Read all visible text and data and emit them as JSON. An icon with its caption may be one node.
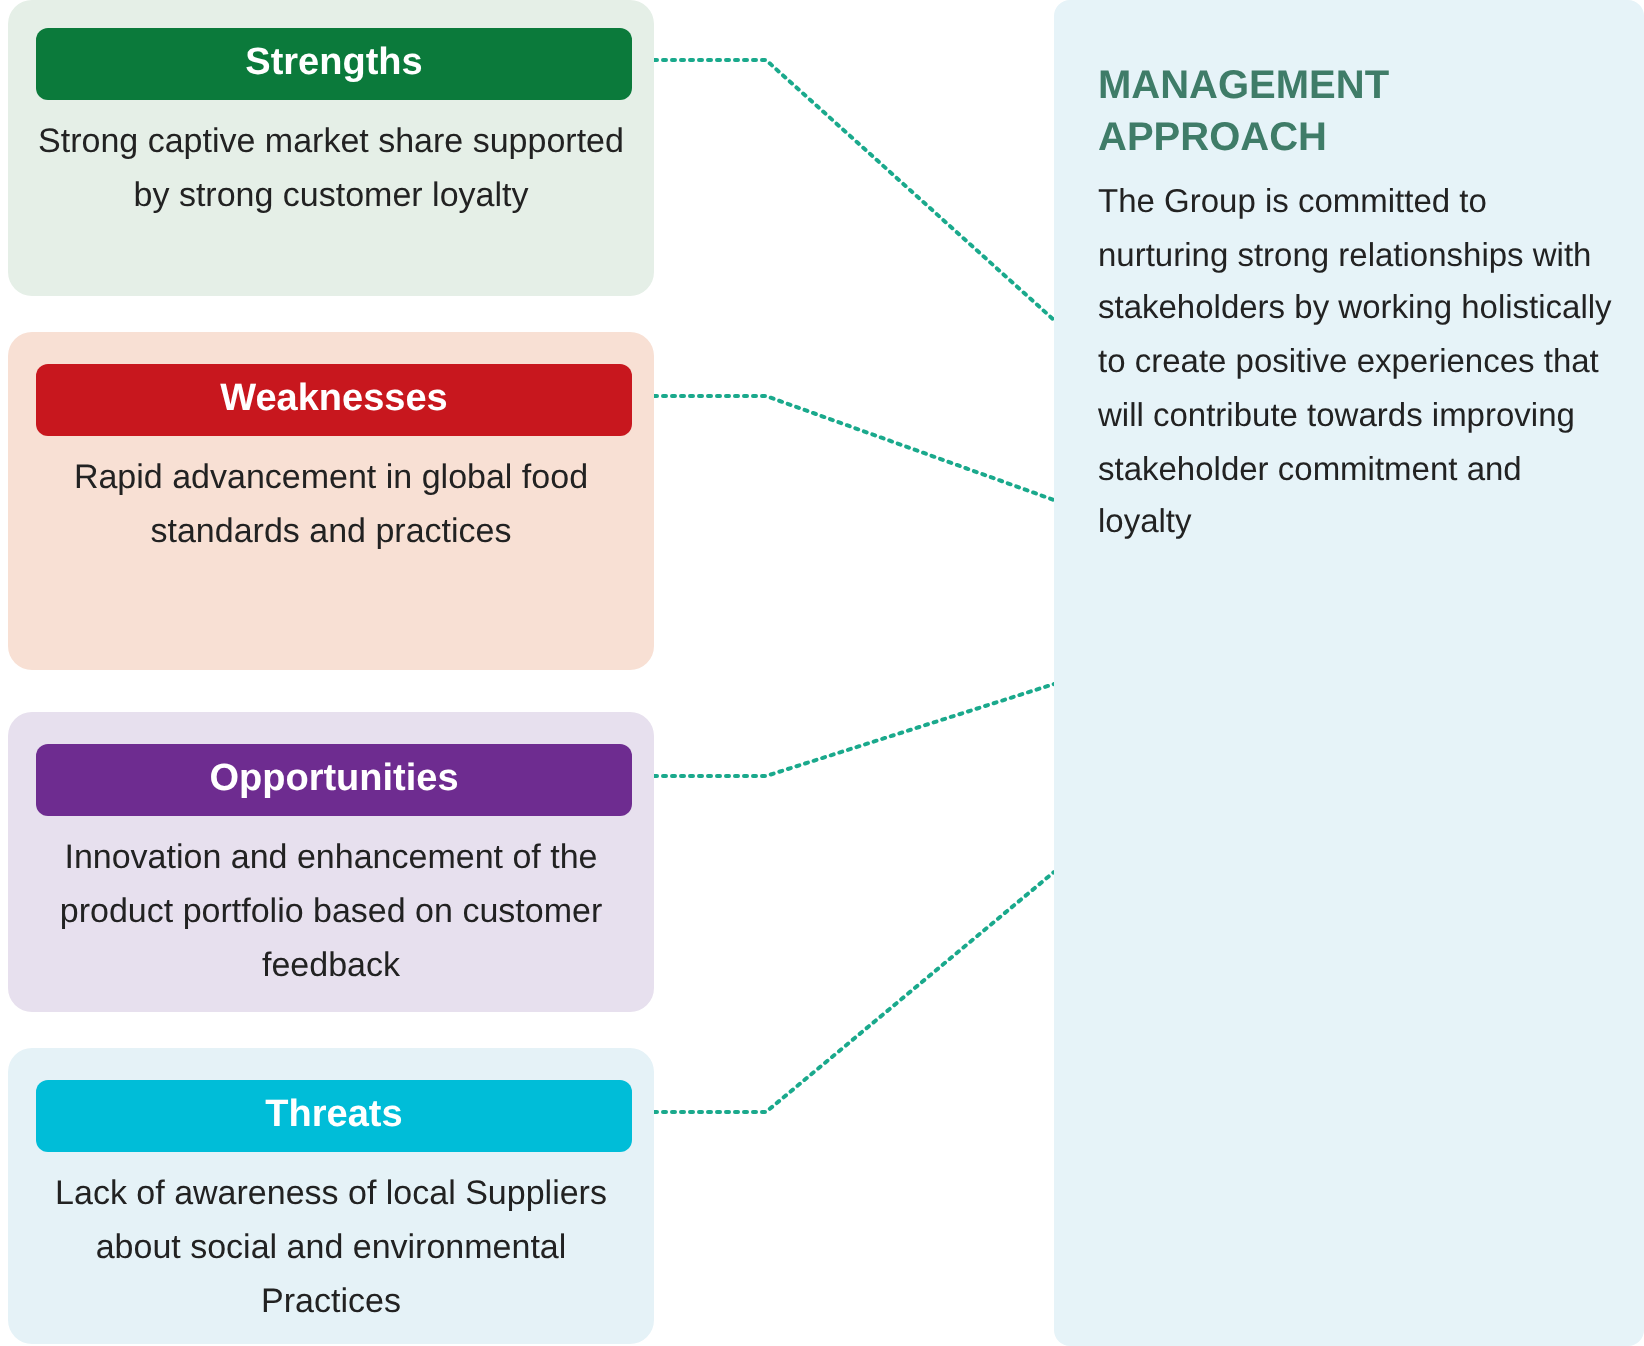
{
  "diagram": {
    "nodes": [
      {
        "text": [
          "Strong captive market share supported by strong customer loyalty"
        ]
      },
      {
        "text": [
          "Strengths"
        ],
        "in": 0
      },
      {
        "text": [
          "Rapid advancement in global food standards and practices"
        ]
      },
      {
        "text": [
          "Weaknesses"
        ],
        "in": 2
      },
      {
        "text": [
          "Innovation and enhancement of the product portfolio based on customer feedback"
        ]
      },
      {
        "text": [
          "Opportunities"
        ],
        "in": 4
      },
      {
        "text": [
          "Lack of awareness of local Suppliers about social and environmental Practices"
        ]
      },
      {
        "text": [
          "Threats"
        ],
        "in": 6
      },
      {
        "text": [
          "MANAGEMENT APPROACH",
          "The Group is committed to nurturing strong relationships with stakeholders by working holistically to create positive experiences that will contribute towards improving stakeholder commitment and loyalty"
        ]
      }
    ],
    "edges": [
      {
        "from": 0,
        "to": 8,
        "arrow": "none"
      },
      {
        "from": 2,
        "to": 8,
        "arrow": "none"
      },
      {
        "from": 4,
        "to": 8,
        "arrow": "none"
      },
      {
        "from": 6,
        "to": 8,
        "arrow": "none"
      }
    ]
  }
}
